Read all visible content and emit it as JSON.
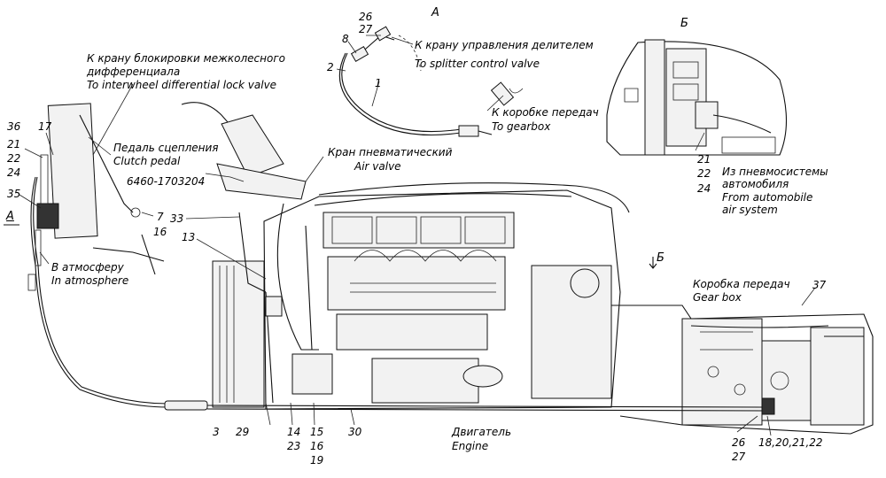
{
  "views": {
    "a": "A",
    "b": "Б",
    "arrow_a": "A",
    "arrow_b": "Б"
  },
  "labels": {
    "interwheel_ru_1": "К крану блокировки межколесного",
    "interwheel_ru_2": "дифференциала",
    "interwheel_en": "To interwheel differential lock valve",
    "clutch_ru": "Педаль сцепления",
    "clutch_en": "Clutch pedal",
    "part_number": "6460-1703204",
    "atmos_ru": "В атмосферу",
    "atmos_en": "In atmosphere",
    "splitter_ru": "К крану управления делителем",
    "splitter_en": "To splitter control valve",
    "gearbox_to_ru": "К коробке передач",
    "gearbox_to_en": "To gearbox",
    "airvalve_ru": "Кран пневматический",
    "airvalve_en": "Air valve",
    "airsys_ru_1": "Из пневмосистемы",
    "airsys_ru_2": "автомобиля",
    "airsys_en_1": "From automobile",
    "airsys_en_2": "air system",
    "gearbox_ru": "Коробка передач",
    "gearbox_en": "Gear box",
    "engine_ru": "Двигатель",
    "engine_en": "Engine"
  },
  "callouts": {
    "c36": "36",
    "c21": "21",
    "c22": "22",
    "c24": "24",
    "c35": "35",
    "c17": "17",
    "c7": "7",
    "c16": "16",
    "c33": "33",
    "c13": "13",
    "c26a": "26",
    "c27a": "27",
    "c8": "8",
    "c2": "2",
    "c1": "1",
    "c21b": "21",
    "c22b": "22",
    "c24b": "24",
    "c37": "37",
    "c3": "3",
    "c29": "29",
    "c14": "14",
    "c23": "23",
    "c15": "15",
    "c16b": "16",
    "c19": "19",
    "c30": "30",
    "c26b": "26",
    "c27b": "27",
    "c18_22": "18,20,21,22"
  }
}
